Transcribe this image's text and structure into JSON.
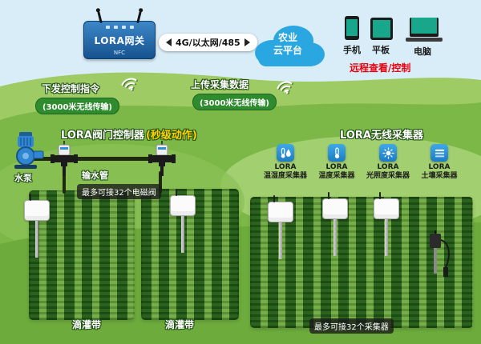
{
  "colors": {
    "accent_red": "#e8000d",
    "badge_green": "#2e8b2e",
    "title_yellow": "#ffd200",
    "gateway_blue": "#1d6ab0",
    "cloud_blue": "#2aa7e0"
  },
  "top": {
    "gateway_label": "LORA网关",
    "gateway_sub": "NFC",
    "link_label": "4G/以太网/485",
    "cloud_line1": "农业",
    "cloud_line2": "云平台",
    "devices": [
      {
        "label": "手机"
      },
      {
        "label": "平板"
      },
      {
        "label": "电脑"
      }
    ],
    "remote_label": "远程查看/控制"
  },
  "annotations": {
    "downlink_title": "下发控制指令",
    "downlink_badge": "(3000米无线传输)",
    "uplink_title": "上传采集数据",
    "uplink_badge": "(3000米无线传输)"
  },
  "left_section": {
    "title": "LORA阀门控制器",
    "title_accent": "(秒级动作)",
    "pump_label": "水泵",
    "pipe_label": "输水管",
    "valve_badge": "最多可接32个电磁阀",
    "drip_labels": [
      "滴灌带",
      "滴灌带"
    ]
  },
  "right_section": {
    "title": "LORA无线采集器",
    "collectors": [
      {
        "line1": "LORA",
        "line2": "温湿度采集器"
      },
      {
        "line1": "LORA",
        "line2": "温度采集器"
      },
      {
        "line1": "LORA",
        "line2": "光照度采集器"
      },
      {
        "line1": "LORA",
        "line2": "土壤采集器"
      }
    ],
    "collector_badge": "最多可接32个采集器"
  }
}
